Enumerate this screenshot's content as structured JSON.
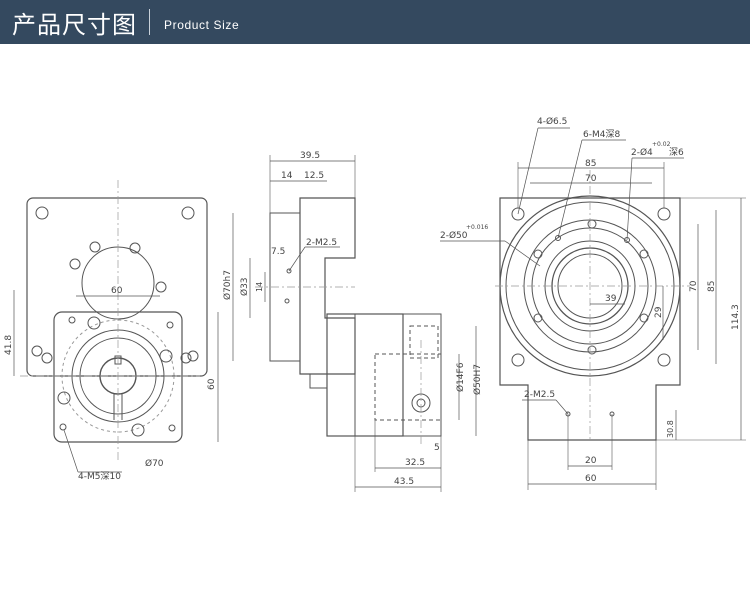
{
  "header": {
    "title_cn": "产品尺寸图",
    "title_en": "Product Size",
    "bg_color": "#34495f"
  },
  "drawing": {
    "left_view": {
      "dim_60_top": "60",
      "dim_41_8": "41.8",
      "dim_60_side": "60",
      "dim_d70": "Ø70",
      "note_4m5": "4-M5深10"
    },
    "middle_view": {
      "dim_39_5": "39.5",
      "dim_14": "14",
      "dim_12_5": "12.5",
      "dim_7_5": "7.5",
      "note_2m25": "2-M2.5",
      "dim_d70h7": "Ø70h7",
      "dim_d33": "Ø33",
      "dim_14_small": "14",
      "dim_d14f6": "Ø14F6",
      "dim_d50h7": "Ø50H7",
      "dim_5": "5",
      "dim_32_5": "32.5",
      "dim_43_5": "43.5"
    },
    "right_view": {
      "note_4d6_5": "4-Ø6.5",
      "note_6m4": "6-M4深8",
      "note_2d4": "2-Ø4",
      "note_2d4_tol": "+0.02",
      "note_2d4_depth": "深6",
      "note_2d50": "2-Ø50",
      "note_2d50_tol": "+0.016",
      "dim_85_top": "85",
      "dim_70_top": "70",
      "dim_39": "39",
      "dim_29": "29",
      "dim_70_side": "70",
      "dim_85_side": "85",
      "dim_114_3": "114.3",
      "note_2m25": "2-M2.5",
      "dim_20": "20",
      "dim_60": "60",
      "dim_30_8": "30.8"
    }
  }
}
